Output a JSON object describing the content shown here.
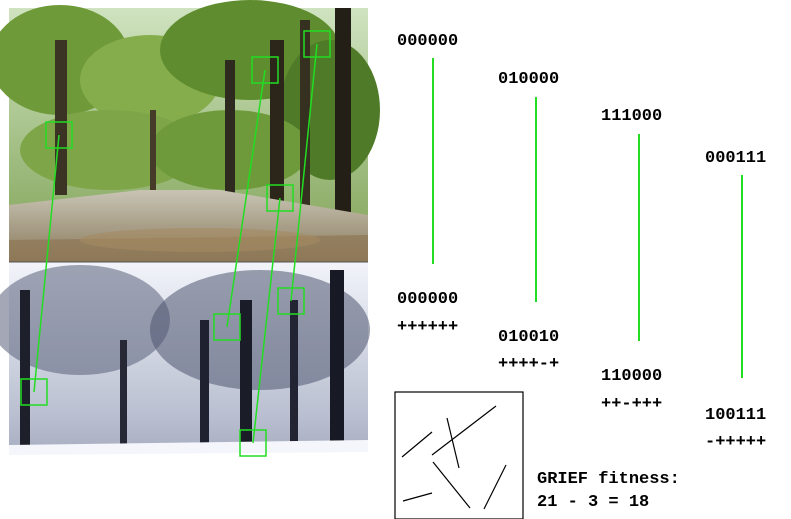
{
  "photos": {
    "top_scene": "summer park path",
    "bottom_scene": "winter snowy park"
  },
  "colors": {
    "accent": "#22dd22",
    "text": "#000000"
  },
  "descriptors": [
    {
      "top": "000000",
      "bottom": "000000",
      "comparison": "++++++"
    },
    {
      "top": "010000",
      "bottom": "010010",
      "comparison": "++++-+"
    },
    {
      "top": "111000",
      "bottom": "110000",
      "comparison": "++-+++"
    },
    {
      "top": "000111",
      "bottom": "100111",
      "comparison": "-+++++"
    }
  ],
  "fitness": {
    "line1": "GRIEF fitness:",
    "line2": "21 - 3 = 18"
  }
}
